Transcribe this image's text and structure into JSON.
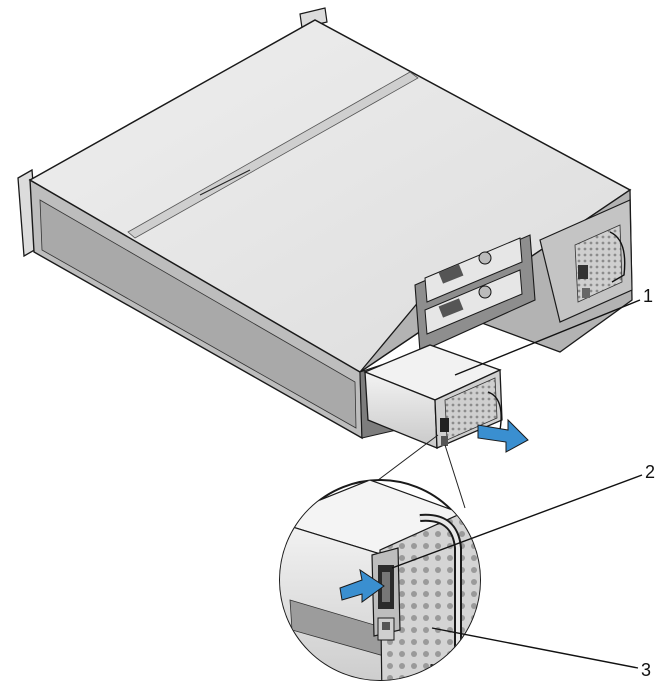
{
  "callouts": [
    {
      "id": "1",
      "label": "1"
    },
    {
      "id": "2",
      "label": "2"
    },
    {
      "id": "3",
      "label": "3"
    }
  ],
  "colors": {
    "chassis_top": "#e4e4e4",
    "chassis_side": "#c8c8c8",
    "chassis_dark": "#9a9a9a",
    "psu_body": "#d9d9d9",
    "arrow_blue": "#3a8fd0",
    "outline": "#1a1a1a"
  },
  "icons": [
    "pull-arrow-icon",
    "push-arrow-icon",
    "power-switch-icon"
  ]
}
